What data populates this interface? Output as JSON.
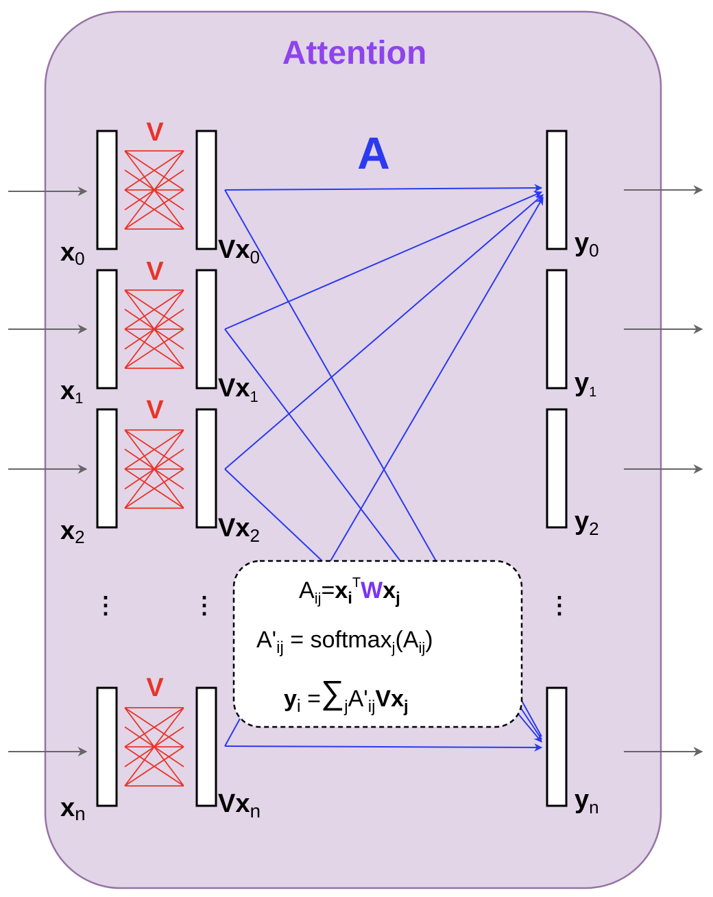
{
  "title": "Attention",
  "matrix_label": "A",
  "weight_label": "V",
  "colors": {
    "container_fill": "#e1d5e7",
    "container_stroke": "#9673a6",
    "title": "#8e44ec",
    "attention_lines": "#2b39f0",
    "weights": "#e8342a",
    "io_arrows": "#666666",
    "W_accent": "#7b33f5"
  },
  "inputs": [
    {
      "base": "x",
      "sub": "0"
    },
    {
      "base": "x",
      "sub": "1"
    },
    {
      "base": "x",
      "sub": "2"
    },
    {
      "base": "x",
      "sub": "n"
    }
  ],
  "values": [
    {
      "pre": "V",
      "base": "x",
      "sub": "0"
    },
    {
      "pre": "V",
      "base": "x",
      "sub": "1"
    },
    {
      "pre": "V",
      "base": "x",
      "sub": "2"
    },
    {
      "pre": "V",
      "base": "x",
      "sub": "n"
    }
  ],
  "outputs": [
    {
      "base": "y",
      "sub": "0"
    },
    {
      "base": "y",
      "sub": "1"
    },
    {
      "base": "y",
      "sub": "2"
    },
    {
      "base": "y",
      "sub": "n"
    }
  ],
  "ellipsis": "⋮",
  "formula": {
    "line1": {
      "a": "A",
      "a_sub": "ij",
      "eq": "=",
      "x": "x",
      "x_sub": "i",
      "t": "T",
      "w": "W",
      "x2": "x",
      "x2_sub": "j"
    },
    "line2": {
      "a": "A'",
      "a_sub": "ij",
      "eq": " = softmax",
      "sm_sub": "j",
      "open": "(A",
      "inner_sub": "ij",
      "close": ")"
    },
    "line3": {
      "y": "y",
      "y_sub": "i",
      "eq": " =",
      "sum": "∑",
      "sum_sub": "j",
      "a": "A'",
      "a_sub": "ij",
      "v": "Vx",
      "v_sub": "j"
    }
  }
}
